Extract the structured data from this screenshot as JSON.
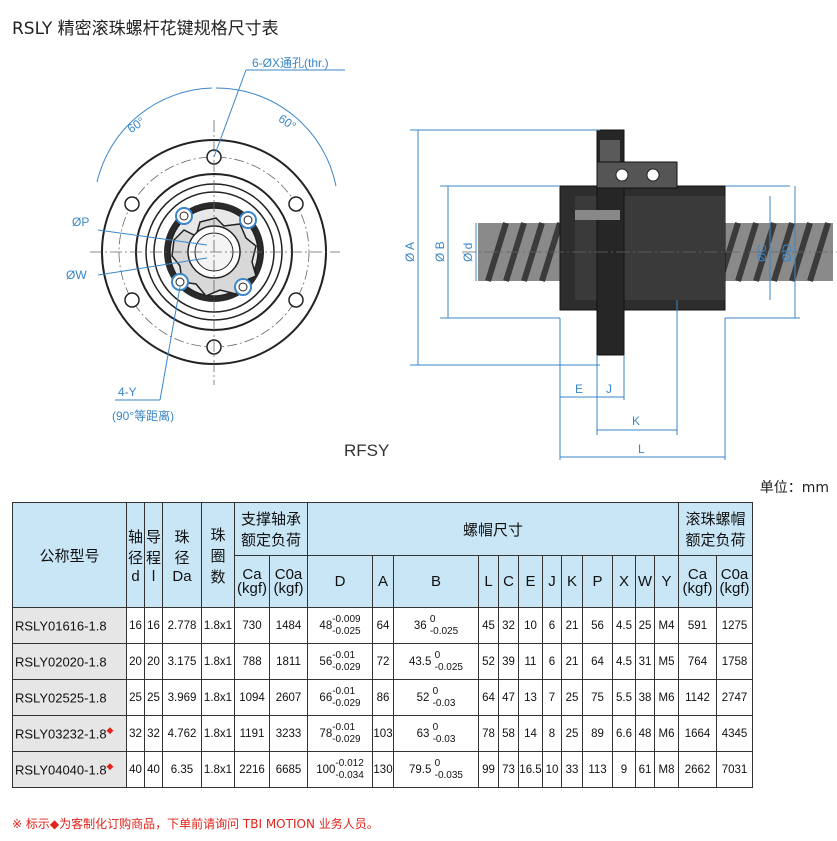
{
  "title": "RSLY 精密滚珠螺杆花键规格尺寸表",
  "drawing": {
    "hole_note": "6-ØX通孔(thr.)",
    "angle_left": "60°",
    "angle_right": "60°",
    "dia_p": "ØP",
    "dia_w": "ØW",
    "tap_note": "4-Y",
    "tap_spacing": "(90°等距离)",
    "dia_a": "Ø A",
    "dia_b": "Ø B",
    "dia_d": "Ø d",
    "dia_c": "ØC",
    "dia_D": "ØD",
    "dim_e": "E",
    "dim_j": "J",
    "dim_k": "K",
    "dim_l": "L",
    "model_caption": "RFSY"
  },
  "unit_label": "单位：mm",
  "table": {
    "head": {
      "model": "公称型号",
      "axis_dia": [
        "轴",
        "径",
        "d"
      ],
      "lead": [
        "导",
        "程",
        "l"
      ],
      "ball_dia": [
        "珠",
        "径",
        "Da"
      ],
      "circuits": [
        "珠",
        "圈",
        "数"
      ],
      "support_load": [
        "支撑轴承",
        "额定负荷"
      ],
      "nut_size": "螺帽尺寸",
      "ball_nut_load": [
        "滚珠螺帽",
        "额定负荷"
      ],
      "ca_kgf": [
        "Ca",
        "(kgf)"
      ],
      "c0a_kgf": [
        "C0a",
        "(kgf)"
      ],
      "nut_cols": [
        "D",
        "A",
        "B",
        "L",
        "C",
        "E",
        "J",
        "K",
        "P",
        "X",
        "W",
        "Y"
      ]
    },
    "rows": [
      {
        "model": "RSLY01616-1.8",
        "star": "",
        "d": "16",
        "l": "16",
        "Da": "2.778",
        "n": "1.8x1",
        "Ca": "730",
        "C0a": "1484",
        "D": "48",
        "D_up": "-0.009",
        "D_lo": "-0.025",
        "A": "64",
        "B": "36",
        "B_up": "0",
        "B_lo": "-0.025",
        "L": "45",
        "C": "32",
        "E": "10",
        "J": "6",
        "K": "21",
        "P": "56",
        "X": "4.5",
        "W": "25",
        "Y": "M4",
        "Ca2": "591",
        "C0a2": "1275"
      },
      {
        "model": "RSLY02020-1.8",
        "star": "",
        "d": "20",
        "l": "20",
        "Da": "3.175",
        "n": "1.8x1",
        "Ca": "788",
        "C0a": "1811",
        "D": "56",
        "D_up": "-0.01",
        "D_lo": "-0.029",
        "A": "72",
        "B": "43.5",
        "B_up": "0",
        "B_lo": "-0.025",
        "L": "52",
        "C": "39",
        "E": "11",
        "J": "6",
        "K": "21",
        "P": "64",
        "X": "4.5",
        "W": "31",
        "Y": "M5",
        "Ca2": "764",
        "C0a2": "1758"
      },
      {
        "model": "RSLY02525-1.8",
        "star": "",
        "d": "25",
        "l": "25",
        "Da": "3.969",
        "n": "1.8x1",
        "Ca": "1094",
        "C0a": "2607",
        "D": "66",
        "D_up": "-0.01",
        "D_lo": "-0.029",
        "A": "86",
        "B": "52",
        "B_up": "0",
        "B_lo": "-0.03",
        "L": "64",
        "C": "47",
        "E": "13",
        "J": "7",
        "K": "25",
        "P": "75",
        "X": "5.5",
        "W": "38",
        "Y": "M6",
        "Ca2": "1142",
        "C0a2": "2747"
      },
      {
        "model": "RSLY03232-1.8",
        "star": "◆",
        "d": "32",
        "l": "32",
        "Da": "4.762",
        "n": "1.8x1",
        "Ca": "1191",
        "C0a": "3233",
        "D": "78",
        "D_up": "-0.01",
        "D_lo": "-0.029",
        "A": "103",
        "B": "63",
        "B_up": "0",
        "B_lo": "-0.03",
        "L": "78",
        "C": "58",
        "E": "14",
        "J": "8",
        "K": "25",
        "P": "89",
        "X": "6.6",
        "W": "48",
        "Y": "M6",
        "Ca2": "1664",
        "C0a2": "4345"
      },
      {
        "model": "RSLY04040-1.8",
        "star": "◆",
        "d": "40",
        "l": "40",
        "Da": "6.35",
        "n": "1.8x1",
        "Ca": "2216",
        "C0a": "6685",
        "D": "100",
        "D_up": "-0.012",
        "D_lo": "-0.034",
        "A": "130",
        "B": "79.5",
        "B_up": "0",
        "B_lo": "-0.035",
        "L": "99",
        "C": "73",
        "E": "16.5",
        "J": "10",
        "K": "33",
        "P": "113",
        "X": "9",
        "W": "61",
        "Y": "M8",
        "Ca2": "2662",
        "C0a2": "7031"
      }
    ]
  },
  "footnote": "※ 标示◆为客制化订购商品，下单前请询问 TBI MOTION 业务人员。",
  "colors": {
    "header_bg": "#c9e6f6",
    "model_bg": "#e6e6e6",
    "dim_blue": "#3a86c8",
    "accent_red": "#e2231a"
  }
}
